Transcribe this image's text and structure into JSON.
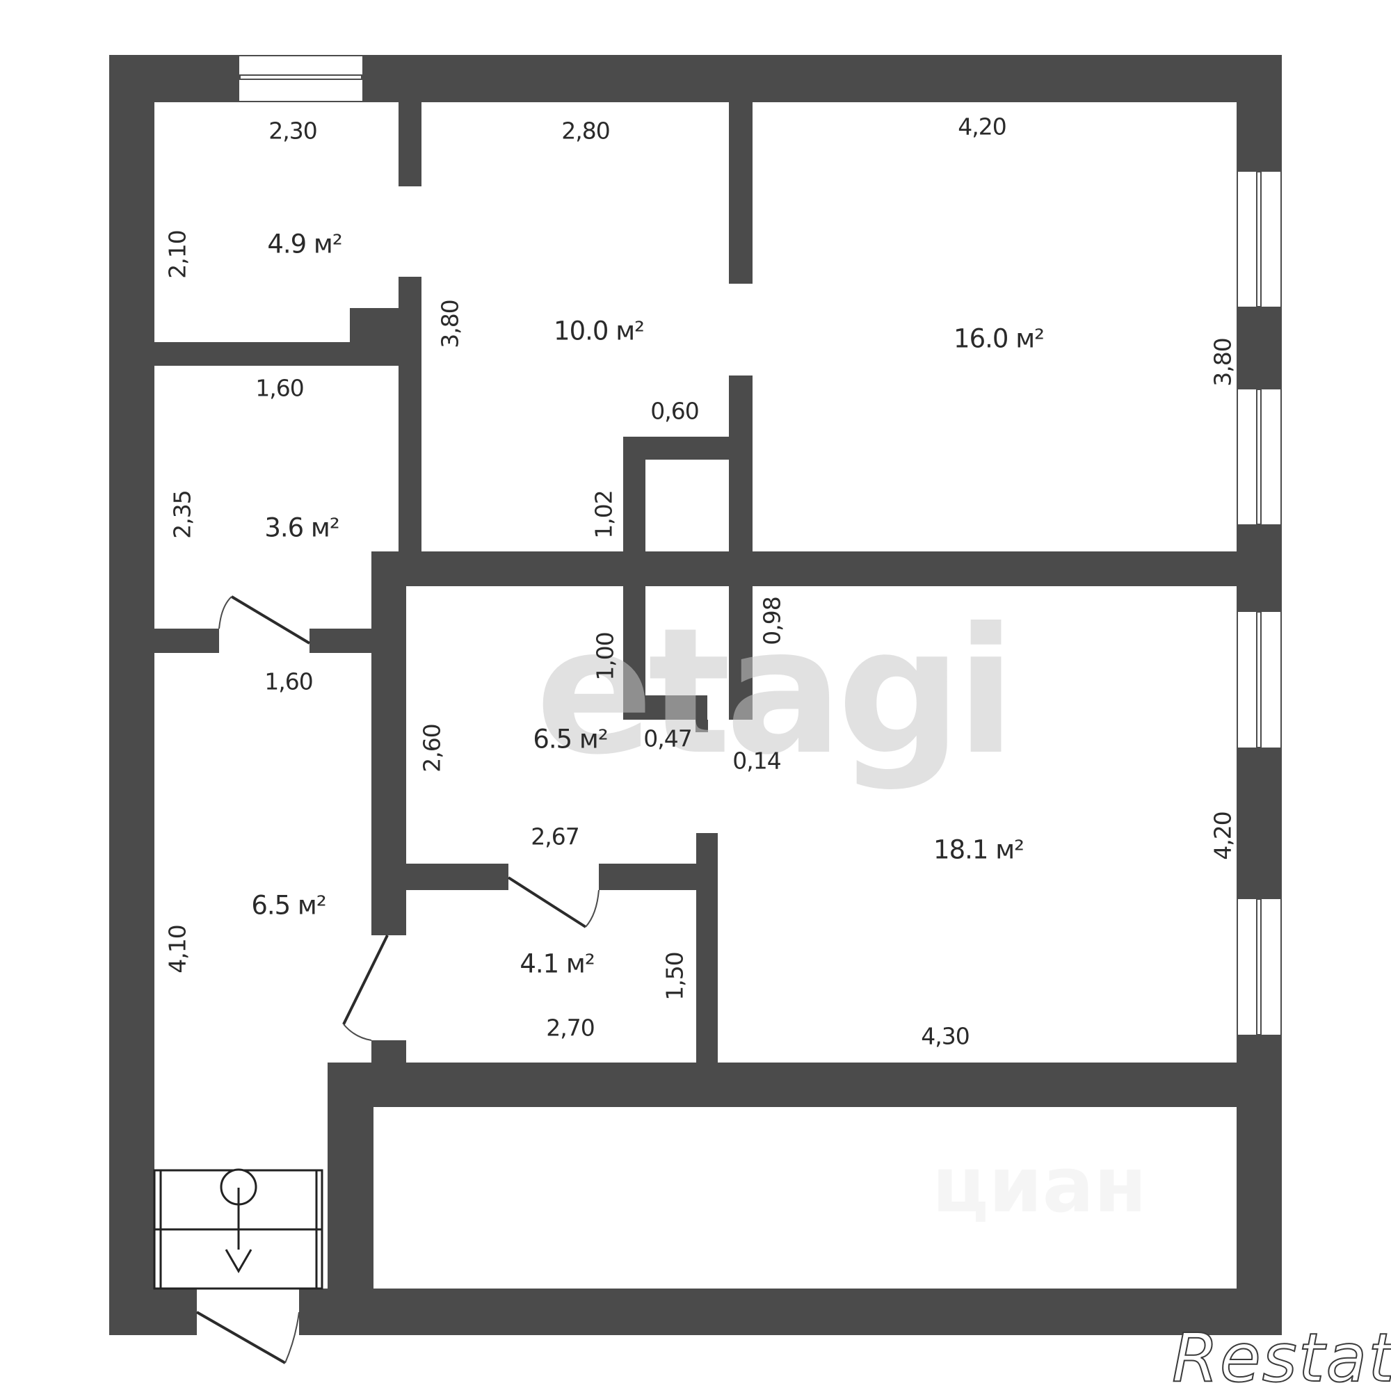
{
  "plan": {
    "wall_color": "#4b4b4b",
    "rooms": [
      {
        "id": "storage-top-left",
        "area": "4.9 м²",
        "width_dim": "2,30",
        "height_dim": "2,10"
      },
      {
        "id": "kitchen",
        "area": "10.0 м²",
        "width_dim": "2,80",
        "height_dim": "3,80"
      },
      {
        "id": "living-room-top",
        "area": "16.0 м²",
        "width_dim": "4,20",
        "height_dim": "3,80"
      },
      {
        "id": "closet",
        "area": "3.6 м²",
        "width_dim": "1,60",
        "height_dim": "2,35"
      },
      {
        "id": "hall-center",
        "area": "6.5 м²",
        "height_dim": "2,60",
        "door_dim": "2,67"
      },
      {
        "id": "entry-hall",
        "area": "6.5 м²",
        "width_dim": "1,60",
        "height_dim": "4,10"
      },
      {
        "id": "bathroom",
        "area": "4.1 м²",
        "width_dim": "2,70",
        "height_dim": "1,50"
      },
      {
        "id": "living-room-bottom",
        "area": "18.1 м²",
        "width_dim": "4,30",
        "height_dim": "4,20"
      }
    ],
    "shaft_dims": {
      "top": "0,60",
      "upper_left": "1,02",
      "lower_left": "1,00",
      "lower_right": "0,98",
      "bottom": "0,47",
      "nub": "0,14"
    }
  },
  "watermarks": {
    "etagi": "etagi",
    "cian": "циан",
    "restate": "Restate"
  }
}
